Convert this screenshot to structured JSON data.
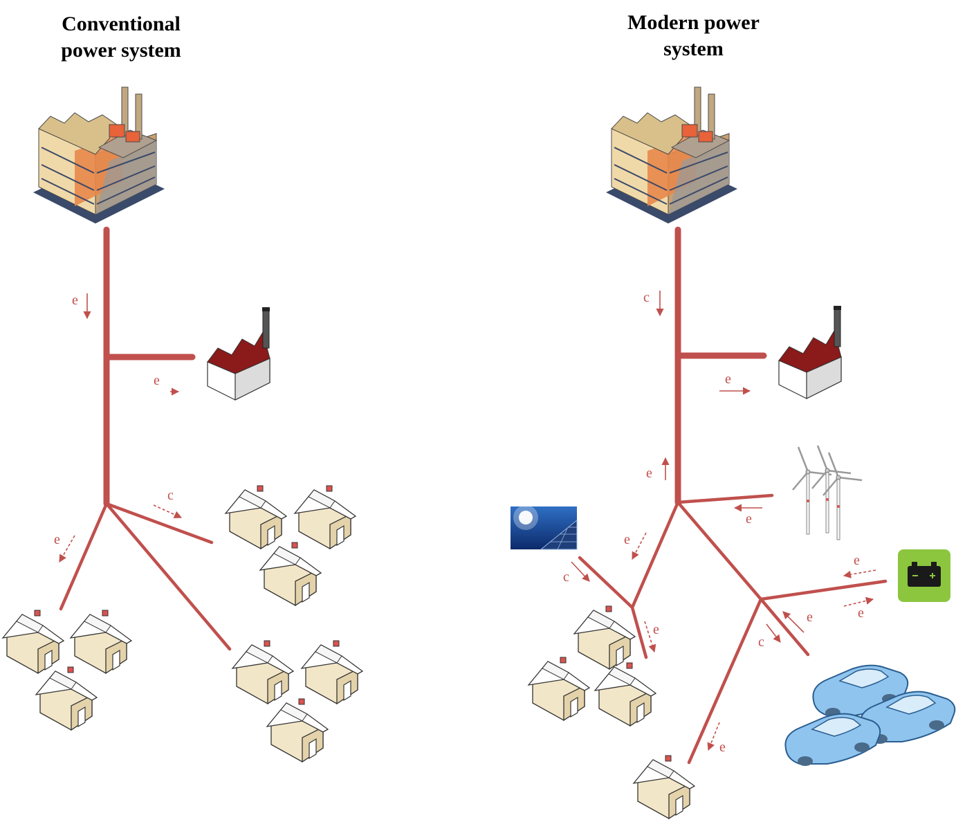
{
  "titles": {
    "left": "Conventional\npower system",
    "right": "Modern power\nsystem"
  },
  "flow_labels": {
    "electricity": "e",
    "carbon": "c"
  },
  "icons": {
    "left": [
      "power-plant-icon",
      "industrial-factory-icon",
      "house-icon"
    ],
    "right": [
      "power-plant-icon",
      "industrial-factory-icon",
      "wind-turbines-icon",
      "solar-panel-icon",
      "battery-storage-icon",
      "electric-vehicles-icon",
      "house-icon"
    ]
  },
  "colors": {
    "line": "#c0504d",
    "battery_bg": "#8cc63f",
    "factory_roof": "#8b1a1a"
  }
}
